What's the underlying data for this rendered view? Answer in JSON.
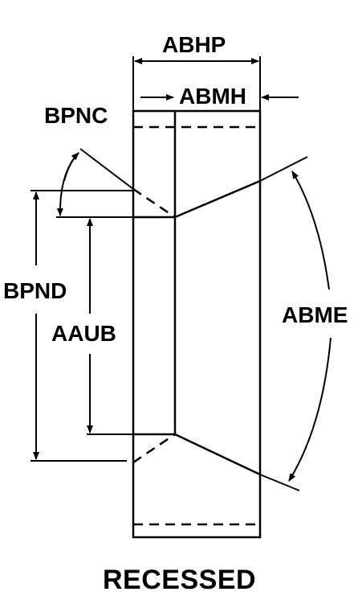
{
  "diagram": {
    "labels": {
      "abhp": "ABHP",
      "abmh": "ABMH",
      "bpnc": "BPNC",
      "bpnd": "BPND",
      "aaub": "AAUB",
      "abme": "ABME"
    },
    "caption": "RECESSED",
    "stroke_color": "#000000"
  }
}
